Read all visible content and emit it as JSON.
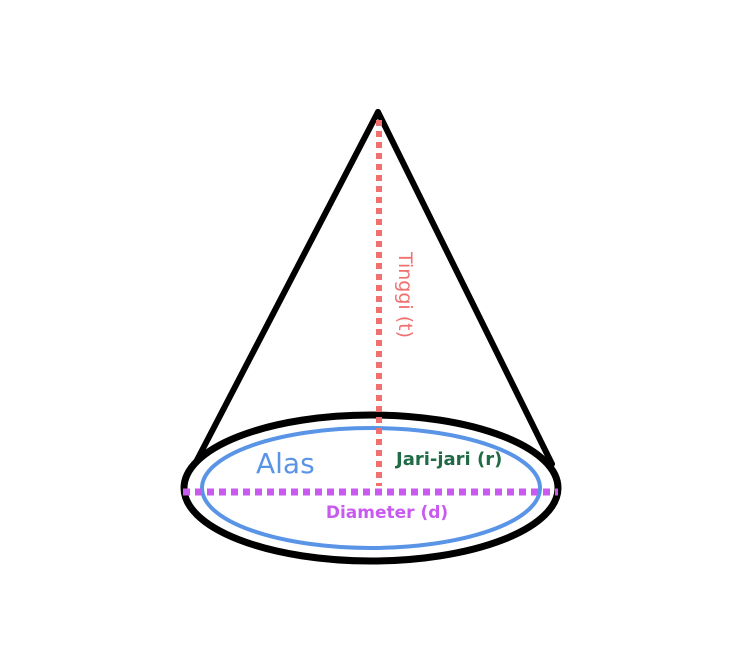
{
  "labels": {
    "height": "Tinggi (t)",
    "base": "Alas",
    "radius": "Jari-jari (r)",
    "diameter": "Diameter (d)"
  },
  "colors": {
    "outline": "#000000",
    "height": "#f07070",
    "base": "#5a94e6",
    "radius": "#1f6b45",
    "diameter": "#c85af0"
  }
}
